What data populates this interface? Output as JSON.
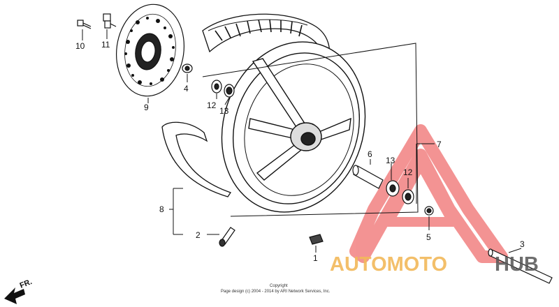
{
  "callouts": {
    "c1": "1",
    "c2": "2",
    "c3": "3",
    "c4": "4",
    "c5": "5",
    "c6": "6",
    "c7": "7",
    "c8": "8",
    "c9": "9",
    "c10": "10",
    "c11": "11",
    "c12a": "12",
    "c13a": "13",
    "c12b": "12",
    "c13b": "13"
  },
  "direction_label": "FR.",
  "copyright": {
    "line1": "Copyright",
    "line2": "Page design (c) 2004 - 2014 by ARI Network Services, Inc."
  },
  "watermark": {
    "text_a": "AUTOMOTO",
    "text_b": "HUB",
    "color_a": "#f2b95a",
    "color_b": "#555555",
    "triangle_color": "#f07070"
  }
}
